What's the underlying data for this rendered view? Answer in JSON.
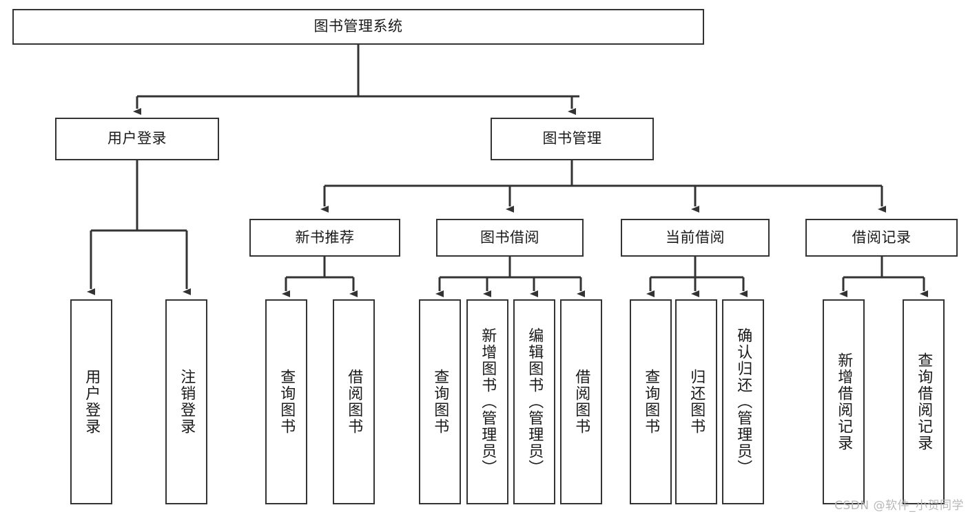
{
  "diagram": {
    "title": "图书管理系统",
    "watermark": "CSDN @软件_小贺同学",
    "stroke_color": "#333333",
    "background_color": "#ffffff",
    "text_color": "#1a1a1a",
    "nodes": {
      "root": {
        "label": "图书管理系统"
      },
      "l1": [
        {
          "label": "用户登录"
        },
        {
          "label": "图书管理"
        }
      ],
      "l2": [
        {
          "label": "新书推荐"
        },
        {
          "label": "图书借阅"
        },
        {
          "label": "当前借阅"
        },
        {
          "label": "借阅记录"
        }
      ],
      "leaves_login": [
        {
          "label": "用户登录"
        },
        {
          "label": "注销登录"
        }
      ],
      "leaves_newbook": [
        {
          "label": "查询图书"
        },
        {
          "label": "借阅图书"
        }
      ],
      "leaves_borrow": [
        {
          "label": "查询图书"
        },
        {
          "label": "新增图书（管理员）"
        },
        {
          "label": "编辑图书（管理员）"
        },
        {
          "label": "借阅图书"
        }
      ],
      "leaves_current": [
        {
          "label": "查询图书"
        },
        {
          "label": "归还图书"
        },
        {
          "label": "确认归还（管理员）"
        }
      ],
      "leaves_records": [
        {
          "label": "新增借阅记录"
        },
        {
          "label": "查询借阅记录"
        }
      ]
    }
  }
}
